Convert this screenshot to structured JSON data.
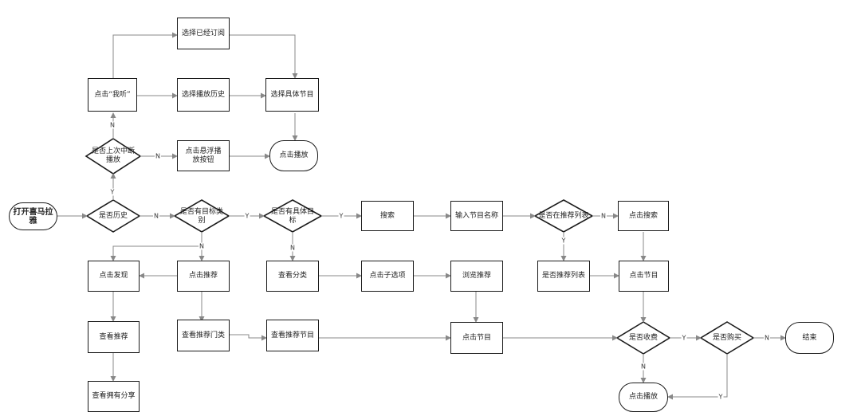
{
  "nodes": {
    "start": "打开喜马拉雅",
    "is_history": "是否历史",
    "has_category": "是否有目标类别",
    "has_program": "是否有具体目标",
    "search": "搜索",
    "input_name": "输入节目名称",
    "in_list": "是否在推荐列表",
    "click_search": "点击搜索",
    "last_broken": "是否上次中断播放",
    "click_float": "点击悬浮播放按钮",
    "play_top": "点击播放",
    "click_listen": "点击“我听”",
    "play_history": "选择播放历史",
    "subscribed": "选择已经订阅",
    "select_program": "选择具体节目",
    "click_discover": "点击发现",
    "click_recommend": "点击推荐",
    "view_recommend": "查看推荐",
    "view_share": "查看拥有分享",
    "view_rec_category": "查看推荐门类",
    "view_rec_program": "查看推荐节目",
    "view_category": "查看分类",
    "click_option": "点击子选项",
    "browse_rec": "浏览推荐",
    "click_program_mid": "点击节目",
    "rec_list": "是否推荐列表",
    "click_program_right": "点击节目",
    "is_free": "是否收费",
    "is_buy": "是否购买",
    "end": "结束",
    "play_bottom": "点击播放"
  },
  "labels": {
    "yes": "Y",
    "no": "N"
  }
}
